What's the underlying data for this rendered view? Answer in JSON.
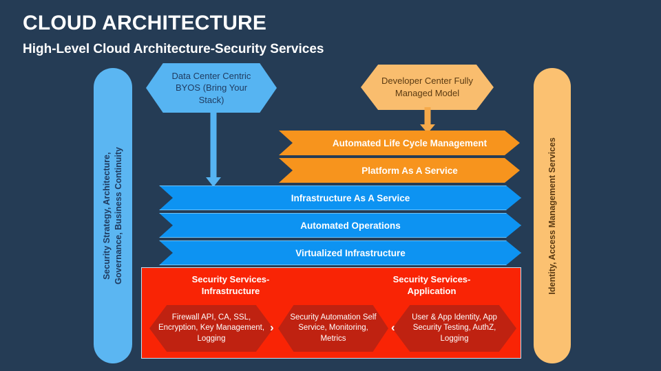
{
  "header": {
    "title": "CLOUD ARCHITECTURE",
    "subtitle": "High-Level Cloud Architecture-Security Services"
  },
  "colors": {
    "background": "#253c55",
    "light_blue": "#5bb6f2",
    "bright_blue": "#0d93f2",
    "orange": "#f7941d",
    "light_orange": "#fbc171",
    "red": "#f92405",
    "dark_red": "#bf2211",
    "white": "#ffffff"
  },
  "pillars": {
    "left": {
      "label": "Security Strategy, Architecture,\nGovernance, Business Continuity"
    },
    "right": {
      "label": "Identity, Access Management Services"
    }
  },
  "callouts": {
    "byos": {
      "label": "Data Center Centric BYOS (Bring Your Stack)"
    },
    "developer_center": {
      "label": "Developer Center Fully Managed Model"
    }
  },
  "layers": [
    {
      "id": "alcm",
      "label": "Automated Life Cycle Management"
    },
    {
      "id": "paas",
      "label": "Platform As A Service"
    },
    {
      "id": "iaas",
      "label": "Infrastructure As A Service"
    },
    {
      "id": "autops",
      "label": "Automated Operations"
    },
    {
      "id": "vinfra",
      "label": "Virtualized Infrastructure"
    }
  ],
  "security_panel": {
    "heading_left": "Security Services-\nInfrastructure",
    "heading_right": "Security Services-\nApplication",
    "items": [
      {
        "label": "Firewall API, CA, SSL, Encryption, Key Management, Logging"
      },
      {
        "label": "Security Automation Self Service, Monitoring, Metrics"
      },
      {
        "label": "User & App Identity, App Security Testing, AuthZ, Logging"
      }
    ],
    "separators": [
      {
        "glyph": "›",
        "name": "chevron-right-icon"
      },
      {
        "glyph": "‹",
        "name": "chevron-left-icon"
      }
    ]
  }
}
